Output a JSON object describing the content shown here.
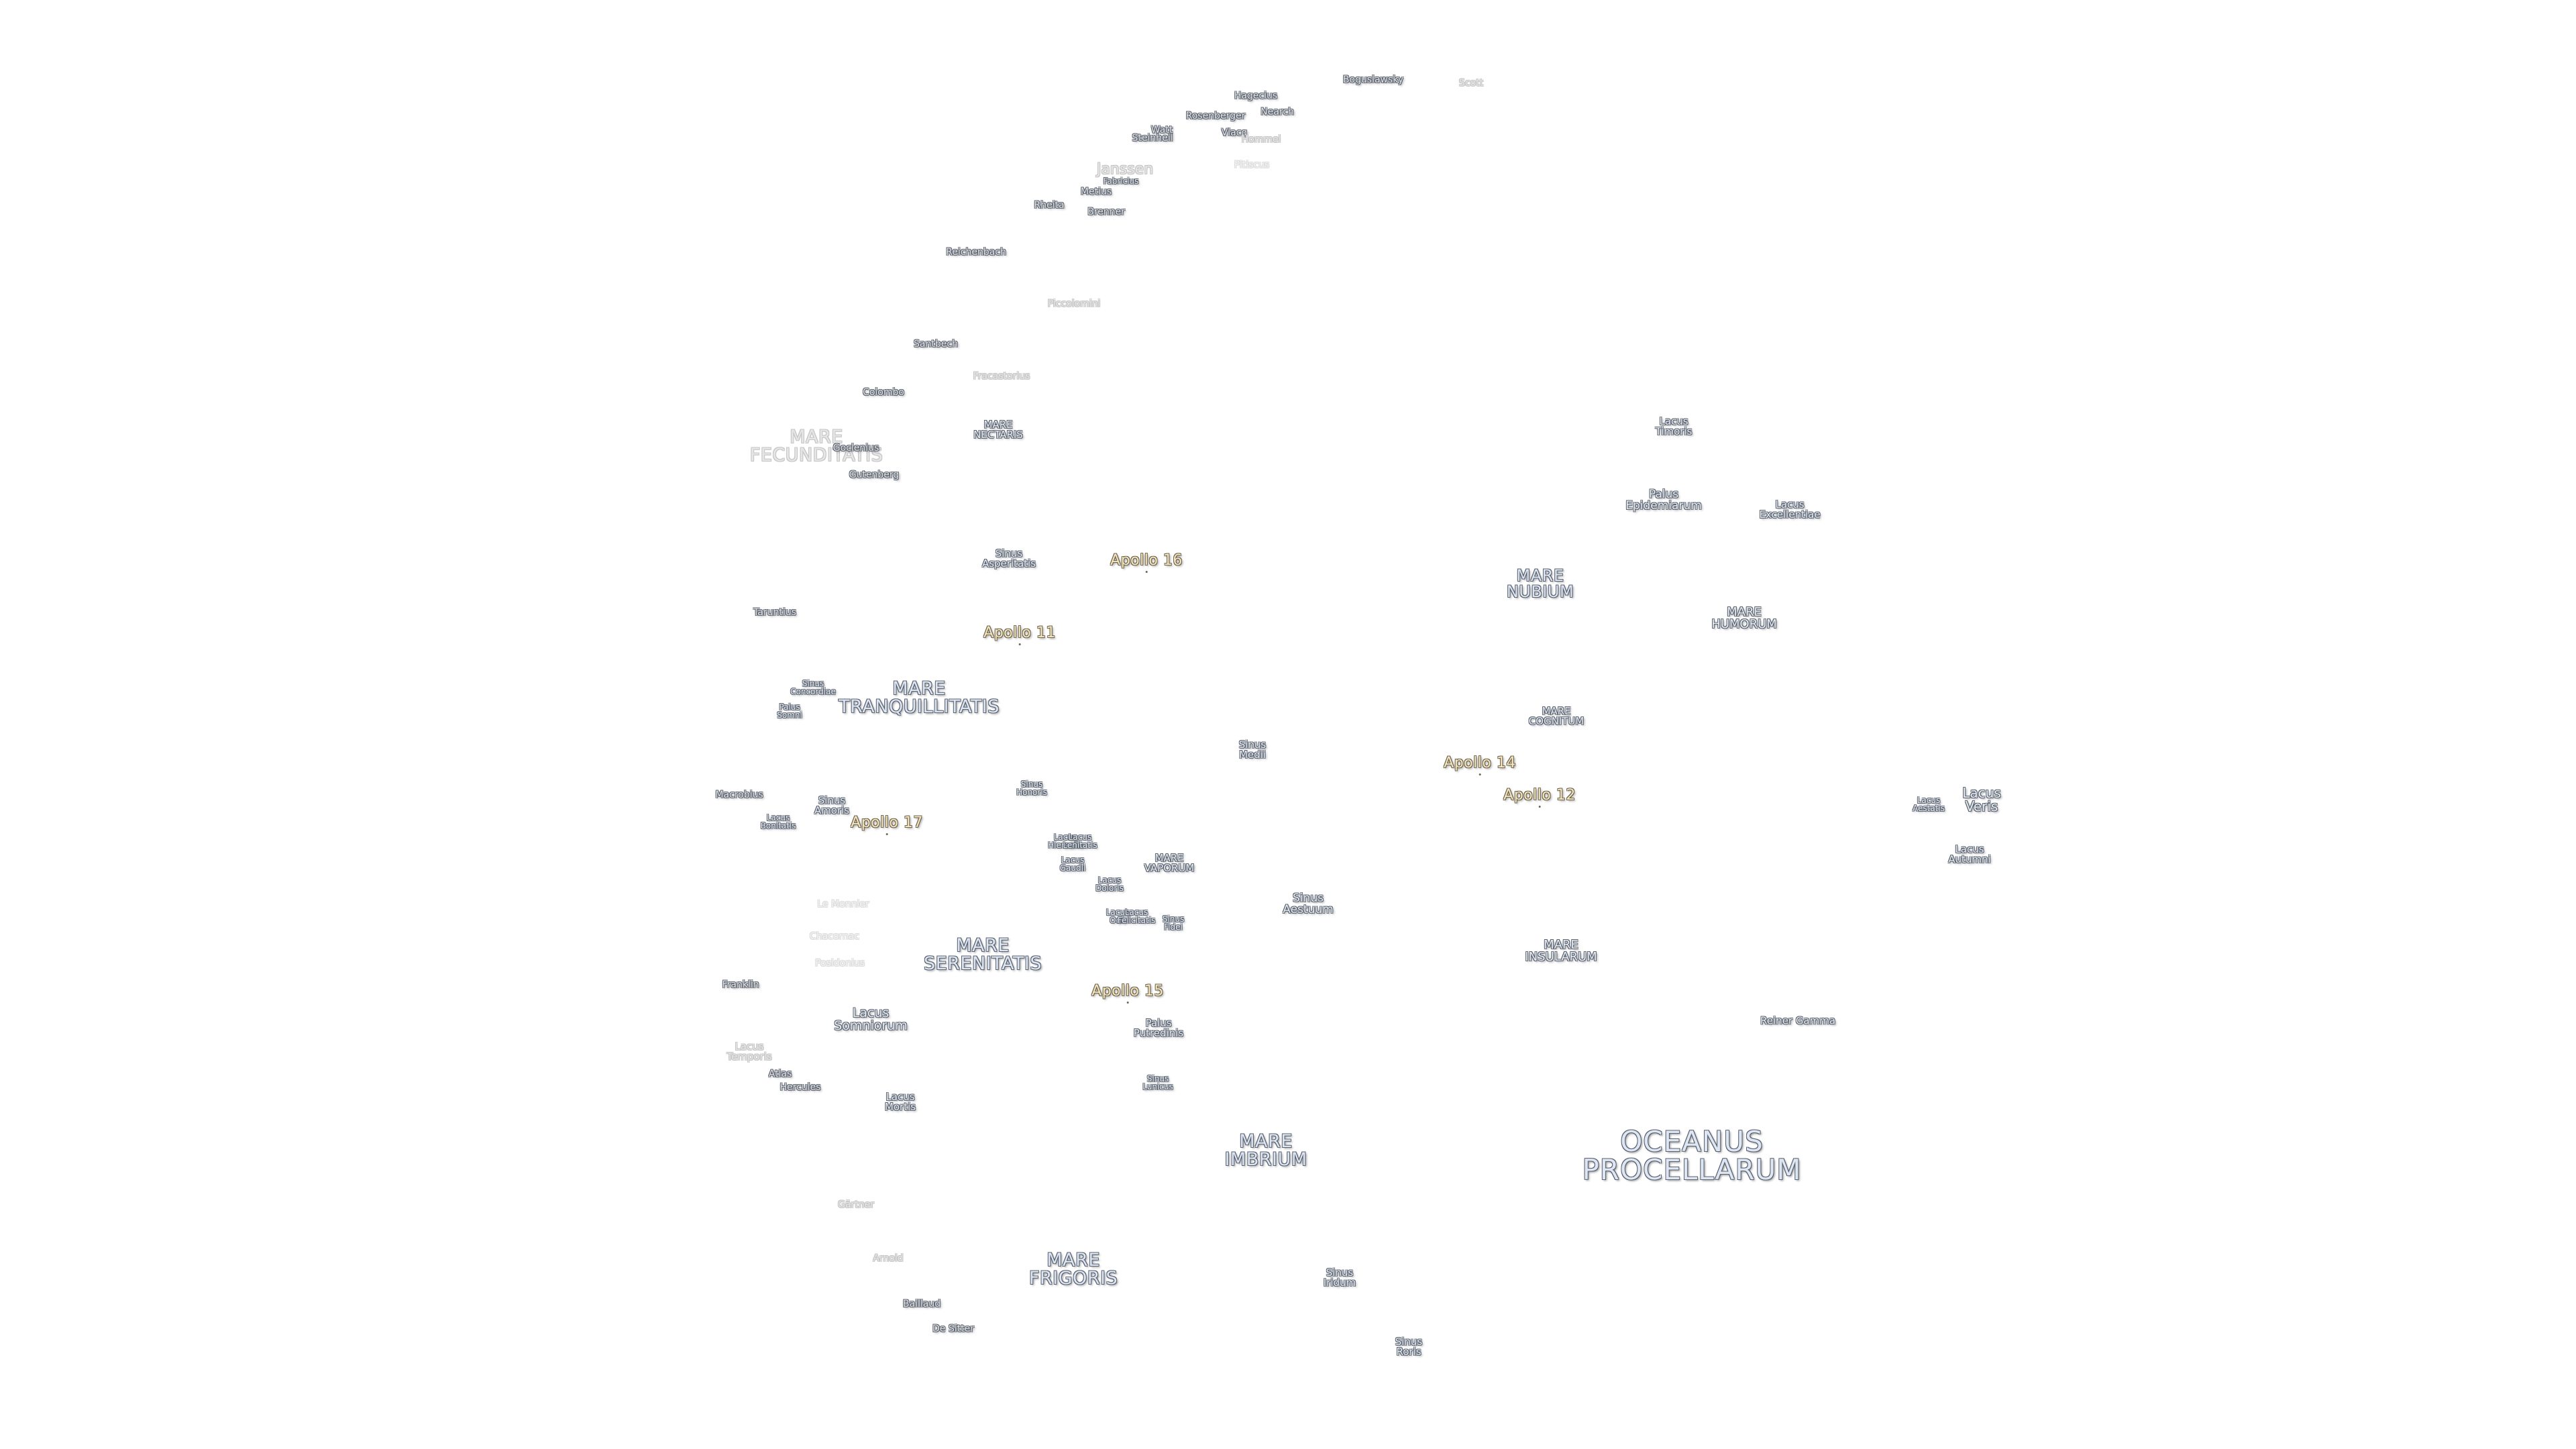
{
  "maria": {
    "oceanus_procellarum": "OCEANUS\nPROCELLARUM",
    "mare_imbrium": "MARE\nIMBRIUM",
    "mare_frigoris": "MARE\nFRIGORIS",
    "mare_serenitatis": "MARE\nSERENITATIS",
    "mare_tranquillitatis": "MARE\nTRANQUILLITATIS",
    "mare_fecunditatis": "MARE\nFECUNDITATIS",
    "mare_nectaris": "MARE\nNECTARIS",
    "mare_nubium": "MARE\nNUBIUM",
    "mare_humorum": "MARE\nHUMORUM",
    "mare_cognitum": "MARE\nCOGNITUM",
    "mare_insularum": "MARE\nINSULARUM",
    "mare_vaporum": "MARE\nVAPORUM"
  },
  "features": {
    "sinus_medii": "Sinus\nMedii",
    "sinus_aestuum": "Sinus\nAestuum",
    "sinus_iridum": "Sinus\nIridum",
    "sinus_roris": "Sinus\nRoris",
    "sinus_asperitatis": "Sinus\nAsperitatis",
    "sinus_concordiae": "Sinus\nConcordiae",
    "sinus_amoris": "Sinus\nAmoris",
    "sinus_honoris": "Sinus\nHonoris",
    "sinus_fidei": "Sinus\nFidei",
    "sinus_lunicus": "Sinus\nLunicus",
    "palus_epidemiarum": "Palus\nEpidemiarum",
    "palus_putredinis": "Palus\nPutredinis",
    "palus_somni": "Palus\nSomni",
    "lacus_timoris": "Lacus\nTimoris",
    "lacus_excellentiae": "Lacus\nExcellentiae",
    "lacus_veris": "Lacus\nVeris",
    "lacus_aestatis": "Lacus\nAestatis",
    "lacus_autumni": "Lacus\nAutumni",
    "lacus_somniorum": "Lacus\nSomniorum",
    "lacus_mortis": "Lacus\nMortis",
    "lacus_bonitatis": "Lacus\nBonitatis",
    "lacus_temporis": "Lacus\nTemporis",
    "lacus_gaudii": "Lacus\nGaudii",
    "lacus_doloris": "Lacus\nDoloris",
    "lacus_hiemalis": "Lacus\nHiemalis",
    "lacus_lenitatis": "Lacus\nLenitatis",
    "lacus_odii": "Lacus\nOdii",
    "lacus_felicitatis": "Lacus\nFelicitatis",
    "reiner_gamma": "Reiner Gamma"
  },
  "apollo_sites": {
    "apollo_11": "Apollo 11",
    "apollo_12": "Apollo 12",
    "apollo_14": "Apollo 14",
    "apollo_15": "Apollo 15",
    "apollo_16": "Apollo 16",
    "apollo_17": "Apollo 17"
  },
  "craters": {
    "boguslawsky": "Boguslawsky",
    "scott": "Scott",
    "hagecius": "Hagecius",
    "rosenberger": "Rosenberger",
    "nearch": "Nearch",
    "vlacq": "Vlacq",
    "hommel": "Hommel",
    "pitiscus": "Pitiscus",
    "stofler_label": "Steinheil",
    "watt": "Watt",
    "janssen": "Janssen",
    "fabricius": "Fabricius",
    "metius": "Metius",
    "rheita": "Rheita",
    "brenner": "Brenner",
    "reichenbach": "Reichenbach",
    "piccolomini": "Piccolomini",
    "santbech": "Santbech",
    "fracastorius": "Fracastorius",
    "colombo": "Colombo",
    "goclenius": "Goclenius",
    "gutenberg": "Gutenberg",
    "taruntius": "Taruntius",
    "macrobius": "Macrobius",
    "le_monnier": "Le Monnier",
    "chacornac": "Chacornac",
    "posidonius": "Posidonius",
    "franklin": "Franklin",
    "atlas": "Atlas",
    "hercules": "Hercules",
    "gartner": "Gärtner",
    "arnold": "Arnold",
    "baillaud": "Baillaud",
    "de_sitter": "De Sitter"
  },
  "colors": {
    "background": "#ffffff",
    "label_fill": "#dde6f2",
    "label_outline": "#5a6270",
    "apollo_fill": "#f7e7bf",
    "apollo_outline": "#6d6550"
  }
}
